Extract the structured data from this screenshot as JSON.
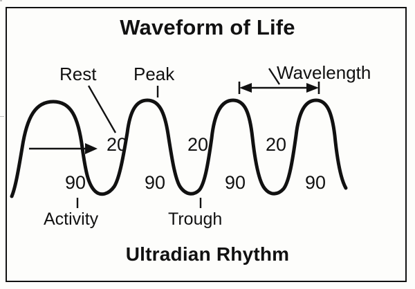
{
  "figure": {
    "title_top": "Waveform of Life",
    "title_bottom": "Ultradian Rhythm",
    "frame_color": "#111111",
    "background_color": "#fdfdfb",
    "ink_color": "#111111"
  },
  "annotations": {
    "rest": "Rest",
    "peak": "Peak",
    "wavelength": "Wavelength",
    "activity": "Activity",
    "trough": "Trough"
  },
  "chart_data": {
    "type": "line",
    "title": "Waveform of Life",
    "subtitle": "Ultradian Rhythm",
    "xlabel": "",
    "ylabel": "",
    "grid": false,
    "legend": "none",
    "description": "Idealized ultradian rhythm waveform: four narrow rounded peaks (activity phases) separated by wide rounded troughs (rest phases), drawn as a continuous squared-off sine curve.",
    "peak_count": 4,
    "trough_count": 3,
    "peak_label": "20",
    "trough_label": "90",
    "peak_value": 20,
    "trough_value": 90,
    "peak_unit_note": "20",
    "trough_unit_note": "90",
    "peak_values": [
      20,
      20,
      20
    ],
    "trough_values": [
      90,
      90,
      90,
      90
    ],
    "series": [
      {
        "name": "Ultradian rhythm",
        "points": [
          {
            "x": 57,
            "y": 282,
            "phase": "rising-start"
          },
          {
            "x": 117,
            "y": 148,
            "phase": "peak-1"
          },
          {
            "x": 170,
            "y": 281,
            "phase": "trough-1"
          },
          {
            "x": 230,
            "y": 145,
            "phase": "peak-2"
          },
          {
            "x": 287,
            "y": 281,
            "phase": "trough-2"
          },
          {
            "x": 345,
            "y": 145,
            "phase": "peak-3"
          },
          {
            "x": 400,
            "y": 281,
            "phase": "trough-3"
          },
          {
            "x": 457,
            "y": 145,
            "phase": "peak-4"
          },
          {
            "x": 520,
            "y": 279,
            "phase": "falling-end"
          }
        ]
      }
    ],
    "callouts": [
      {
        "label": "Rest",
        "target": "descending-flank-after-peak-1"
      },
      {
        "label": "Peak",
        "target": "peak-2-crest"
      },
      {
        "label": "Wavelength",
        "target": "peak-3-to-peak-4 span"
      },
      {
        "label": "Activity",
        "target": "trough-1 / 90 marker"
      },
      {
        "label": "Trough",
        "target": "trough-2 bottom"
      }
    ],
    "markers": {
      "activity_arrow": {
        "type": "arrow",
        "direction": "right",
        "from_x": 42,
        "to_x": 140,
        "y": 215
      },
      "wavelength_dimension": {
        "type": "double-headed-dimension-arrow",
        "from_x": 345,
        "to_x": 460,
        "y": 127,
        "end_ticks": true
      }
    }
  }
}
